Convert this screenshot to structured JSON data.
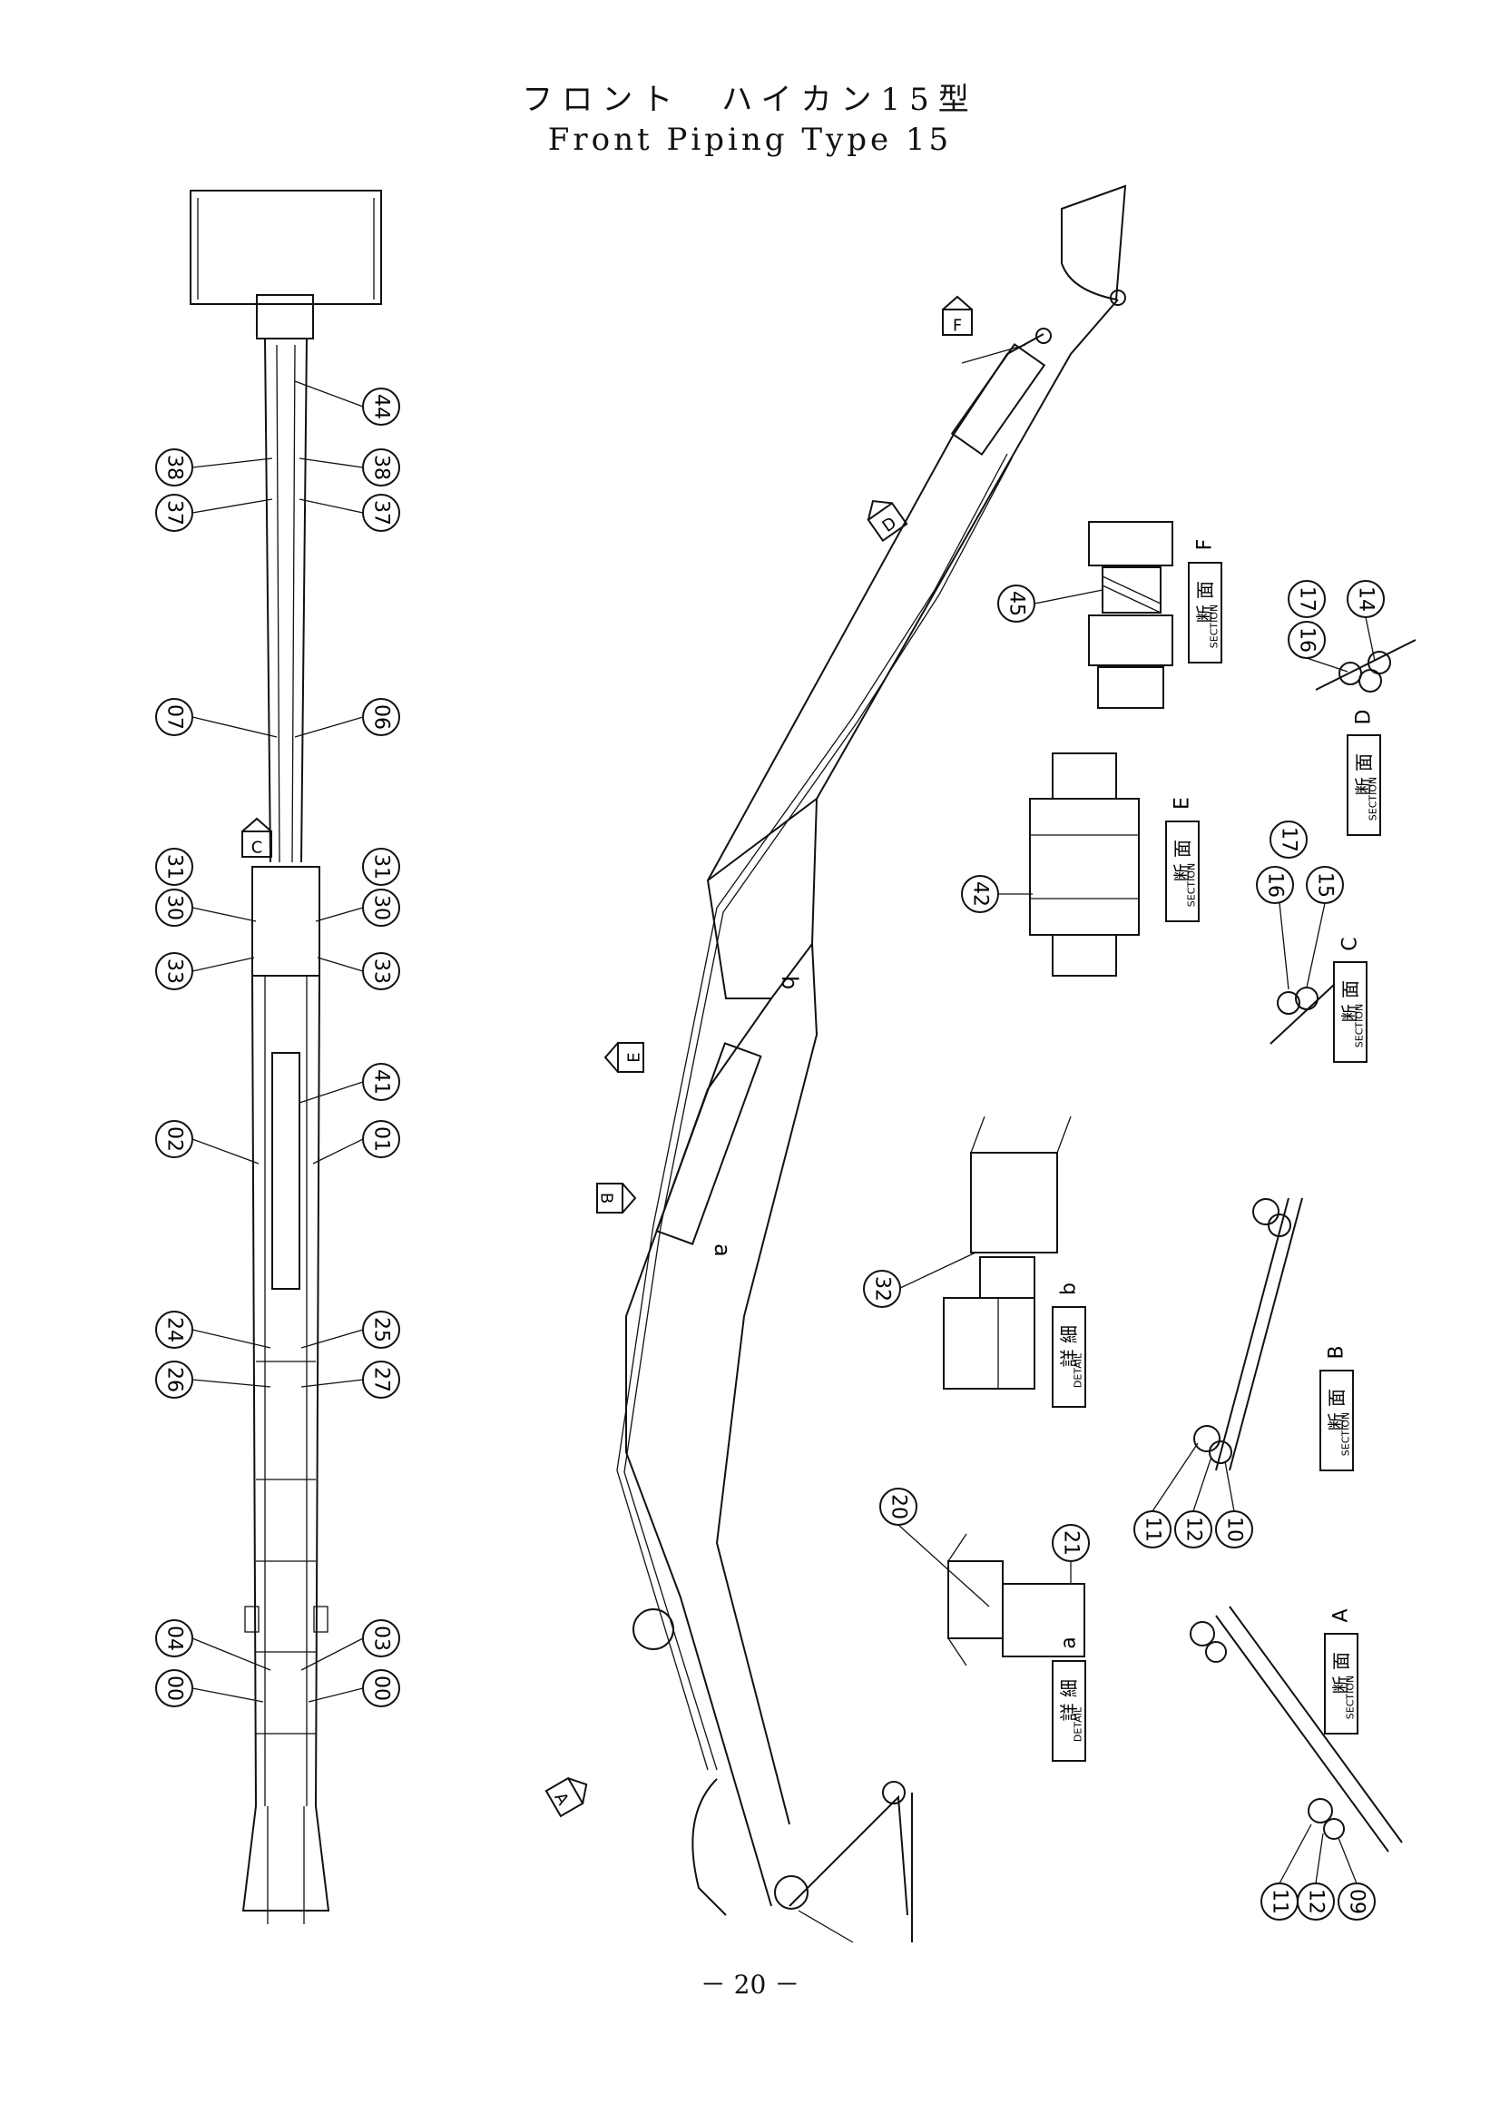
{
  "title": {
    "japanese": "フロント　ハイカン15型",
    "english": "Front Piping Type 15"
  },
  "page_number": "－ 20 －",
  "left_view_callouts": [
    {
      "id": "l44",
      "label": "44"
    },
    {
      "id": "l38a",
      "label": "38"
    },
    {
      "id": "l38b",
      "label": "38"
    },
    {
      "id": "l37a",
      "label": "37"
    },
    {
      "id": "l37b",
      "label": "37"
    },
    {
      "id": "l07",
      "label": "07"
    },
    {
      "id": "l06",
      "label": "06"
    },
    {
      "id": "l31a",
      "label": "31"
    },
    {
      "id": "l30a",
      "label": "30"
    },
    {
      "id": "l31b",
      "label": "31"
    },
    {
      "id": "l30b",
      "label": "30"
    },
    {
      "id": "l33a",
      "label": "33"
    },
    {
      "id": "l33b",
      "label": "33"
    },
    {
      "id": "l41",
      "label": "41"
    },
    {
      "id": "l02",
      "label": "02"
    },
    {
      "id": "l01",
      "label": "01"
    },
    {
      "id": "l24",
      "label": "24"
    },
    {
      "id": "l25",
      "label": "25"
    },
    {
      "id": "l26",
      "label": "26"
    },
    {
      "id": "l27",
      "label": "27"
    },
    {
      "id": "l04",
      "label": "04"
    },
    {
      "id": "l03",
      "label": "03"
    },
    {
      "id": "l00a",
      "label": "00"
    },
    {
      "id": "l00b",
      "label": "00"
    }
  ],
  "section_callouts": [
    {
      "id": "s45",
      "label": "45"
    },
    {
      "id": "s42",
      "label": "42"
    },
    {
      "id": "s14",
      "label": "14"
    },
    {
      "id": "s17a",
      "label": "17"
    },
    {
      "id": "s16a",
      "label": "16"
    },
    {
      "id": "s17b",
      "label": "17"
    },
    {
      "id": "s16b",
      "label": "16"
    },
    {
      "id": "s15",
      "label": "15"
    },
    {
      "id": "s32",
      "label": "32"
    },
    {
      "id": "s11a",
      "label": "11"
    },
    {
      "id": "s12a",
      "label": "12"
    },
    {
      "id": "s10",
      "label": "10"
    },
    {
      "id": "s20",
      "label": "20"
    },
    {
      "id": "s21",
      "label": "21"
    },
    {
      "id": "s11b",
      "label": "11"
    },
    {
      "id": "s12b",
      "label": "12"
    },
    {
      "id": "s09",
      "label": "09"
    }
  ],
  "view_arrows": [
    {
      "id": "arrow-f",
      "label": "F"
    },
    {
      "id": "arrow-d",
      "label": "D"
    },
    {
      "id": "arrow-c",
      "label": "C"
    },
    {
      "id": "arrow-e",
      "label": "E"
    },
    {
      "id": "arrow-b",
      "label": "B"
    },
    {
      "id": "arrow-a",
      "label": "A"
    }
  ],
  "detail_markers": {
    "a": "a",
    "b": "b"
  },
  "section_labels": {
    "f": {
      "kanji": "断 面",
      "english": "SECTION",
      "letter": "F"
    },
    "e": {
      "kanji": "断 面",
      "english": "SECTION",
      "letter": "E"
    },
    "d": {
      "kanji": "断 面",
      "english": "SECTION",
      "letter": "D"
    },
    "c": {
      "kanji": "断 面",
      "english": "SECTION",
      "letter": "C"
    },
    "b": {
      "kanji": "断 面",
      "english": "SECTION",
      "letter": "B"
    },
    "a": {
      "kanji": "断 面",
      "english": "SECTION",
      "letter": "A"
    },
    "detail_b": {
      "kanji": "詳 細",
      "english": "DETAIL",
      "letter": "b"
    },
    "detail_a": {
      "kanji": "詳 細",
      "english": "DETAIL",
      "letter": "a"
    }
  }
}
